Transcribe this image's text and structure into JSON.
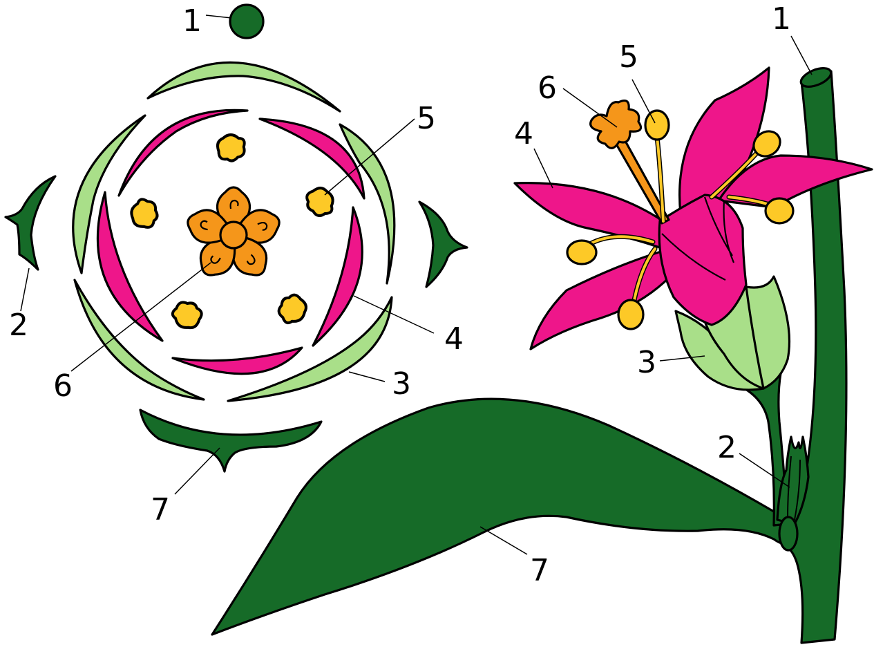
{
  "colors": {
    "dark_green": "#166b28",
    "light_green": "#a9df89",
    "pink": "#ee168a",
    "orange": "#f5961a",
    "yellow": "#fdc927",
    "outline": "#000000"
  },
  "floral_diagram": {
    "labels": {
      "axis": "1",
      "bracteole": "2",
      "sepals": "3",
      "petals": "4",
      "stamens": "5",
      "pistil": "6",
      "bract": "7"
    }
  },
  "flower_illustration": {
    "labels": {
      "stem": "1",
      "bracteole": "2",
      "calyx": "3",
      "petals": "4",
      "stamens": "5",
      "pistil": "6",
      "leaf": "7"
    }
  }
}
